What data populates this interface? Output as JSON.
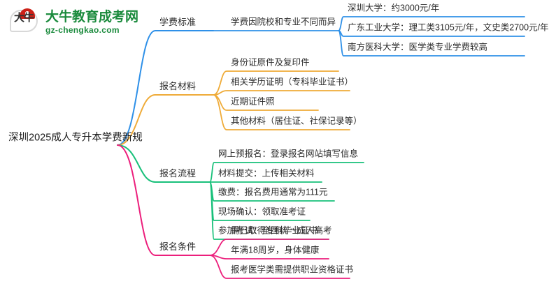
{
  "logo": {
    "mark_text": "大牛",
    "title": "大牛教育成考网",
    "subtitle": "gz-chengkao.com",
    "brand_color": "#1a8a3c",
    "mark_color": "#cc2118"
  },
  "mindmap": {
    "root": {
      "label": "深圳2025成人专升本学费新规"
    },
    "branches": [
      {
        "label": "学费标准",
        "color": "#2e90e8",
        "children": [
          {
            "label": "学费因院校和专业不同而异",
            "children": [
              {
                "label": "深圳大学：约3000元/年"
              },
              {
                "label": "广东工业大学：理工类3105元/年，文史类2700元/年"
              },
              {
                "label": "南方医科大学：医学类专业学费较高"
              }
            ]
          }
        ]
      },
      {
        "label": "报名材料",
        "color": "#efab38",
        "children": [
          {
            "label": "身份证原件及复印件",
            "children": []
          },
          {
            "label": "相关学历证明（专科毕业证书）",
            "children": []
          },
          {
            "label": "近期证件照",
            "children": []
          },
          {
            "label": "其他材料（居住证、社保记录等）",
            "children": []
          }
        ]
      },
      {
        "label": "报名流程",
        "color": "#18c07a",
        "children": [
          {
            "label": "网上预报名：登录报名网站填写信息",
            "children": []
          },
          {
            "label": "材料提交：上传相关材料",
            "children": []
          },
          {
            "label": "缴费：报名费用通常为111元",
            "children": []
          },
          {
            "label": "现场确认：领取准考证",
            "children": []
          },
          {
            "label": "参加考试：全国统一成人高考",
            "children": []
          }
        ]
      },
      {
        "label": "报名条件",
        "color": "#ec1f7c",
        "children": [
          {
            "label": "需已取得专科毕业证书",
            "children": []
          },
          {
            "label": "年满18周岁，身体健康",
            "children": []
          },
          {
            "label": "报考医学类需提供职业资格证书",
            "children": []
          }
        ]
      }
    ]
  }
}
